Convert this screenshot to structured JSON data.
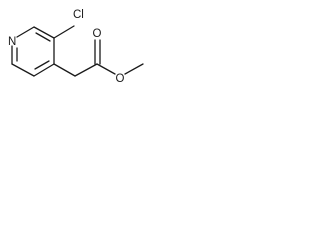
{
  "molecule": {
    "atoms": {
      "nitrogen": "N",
      "chlorine": "Cl",
      "carbonyl_oxygen": "O",
      "ester_oxygen": "O"
    },
    "colors": {
      "bond": "#1a1a1a",
      "label": "#1a1a1a",
      "background": "#ffffff"
    }
  }
}
